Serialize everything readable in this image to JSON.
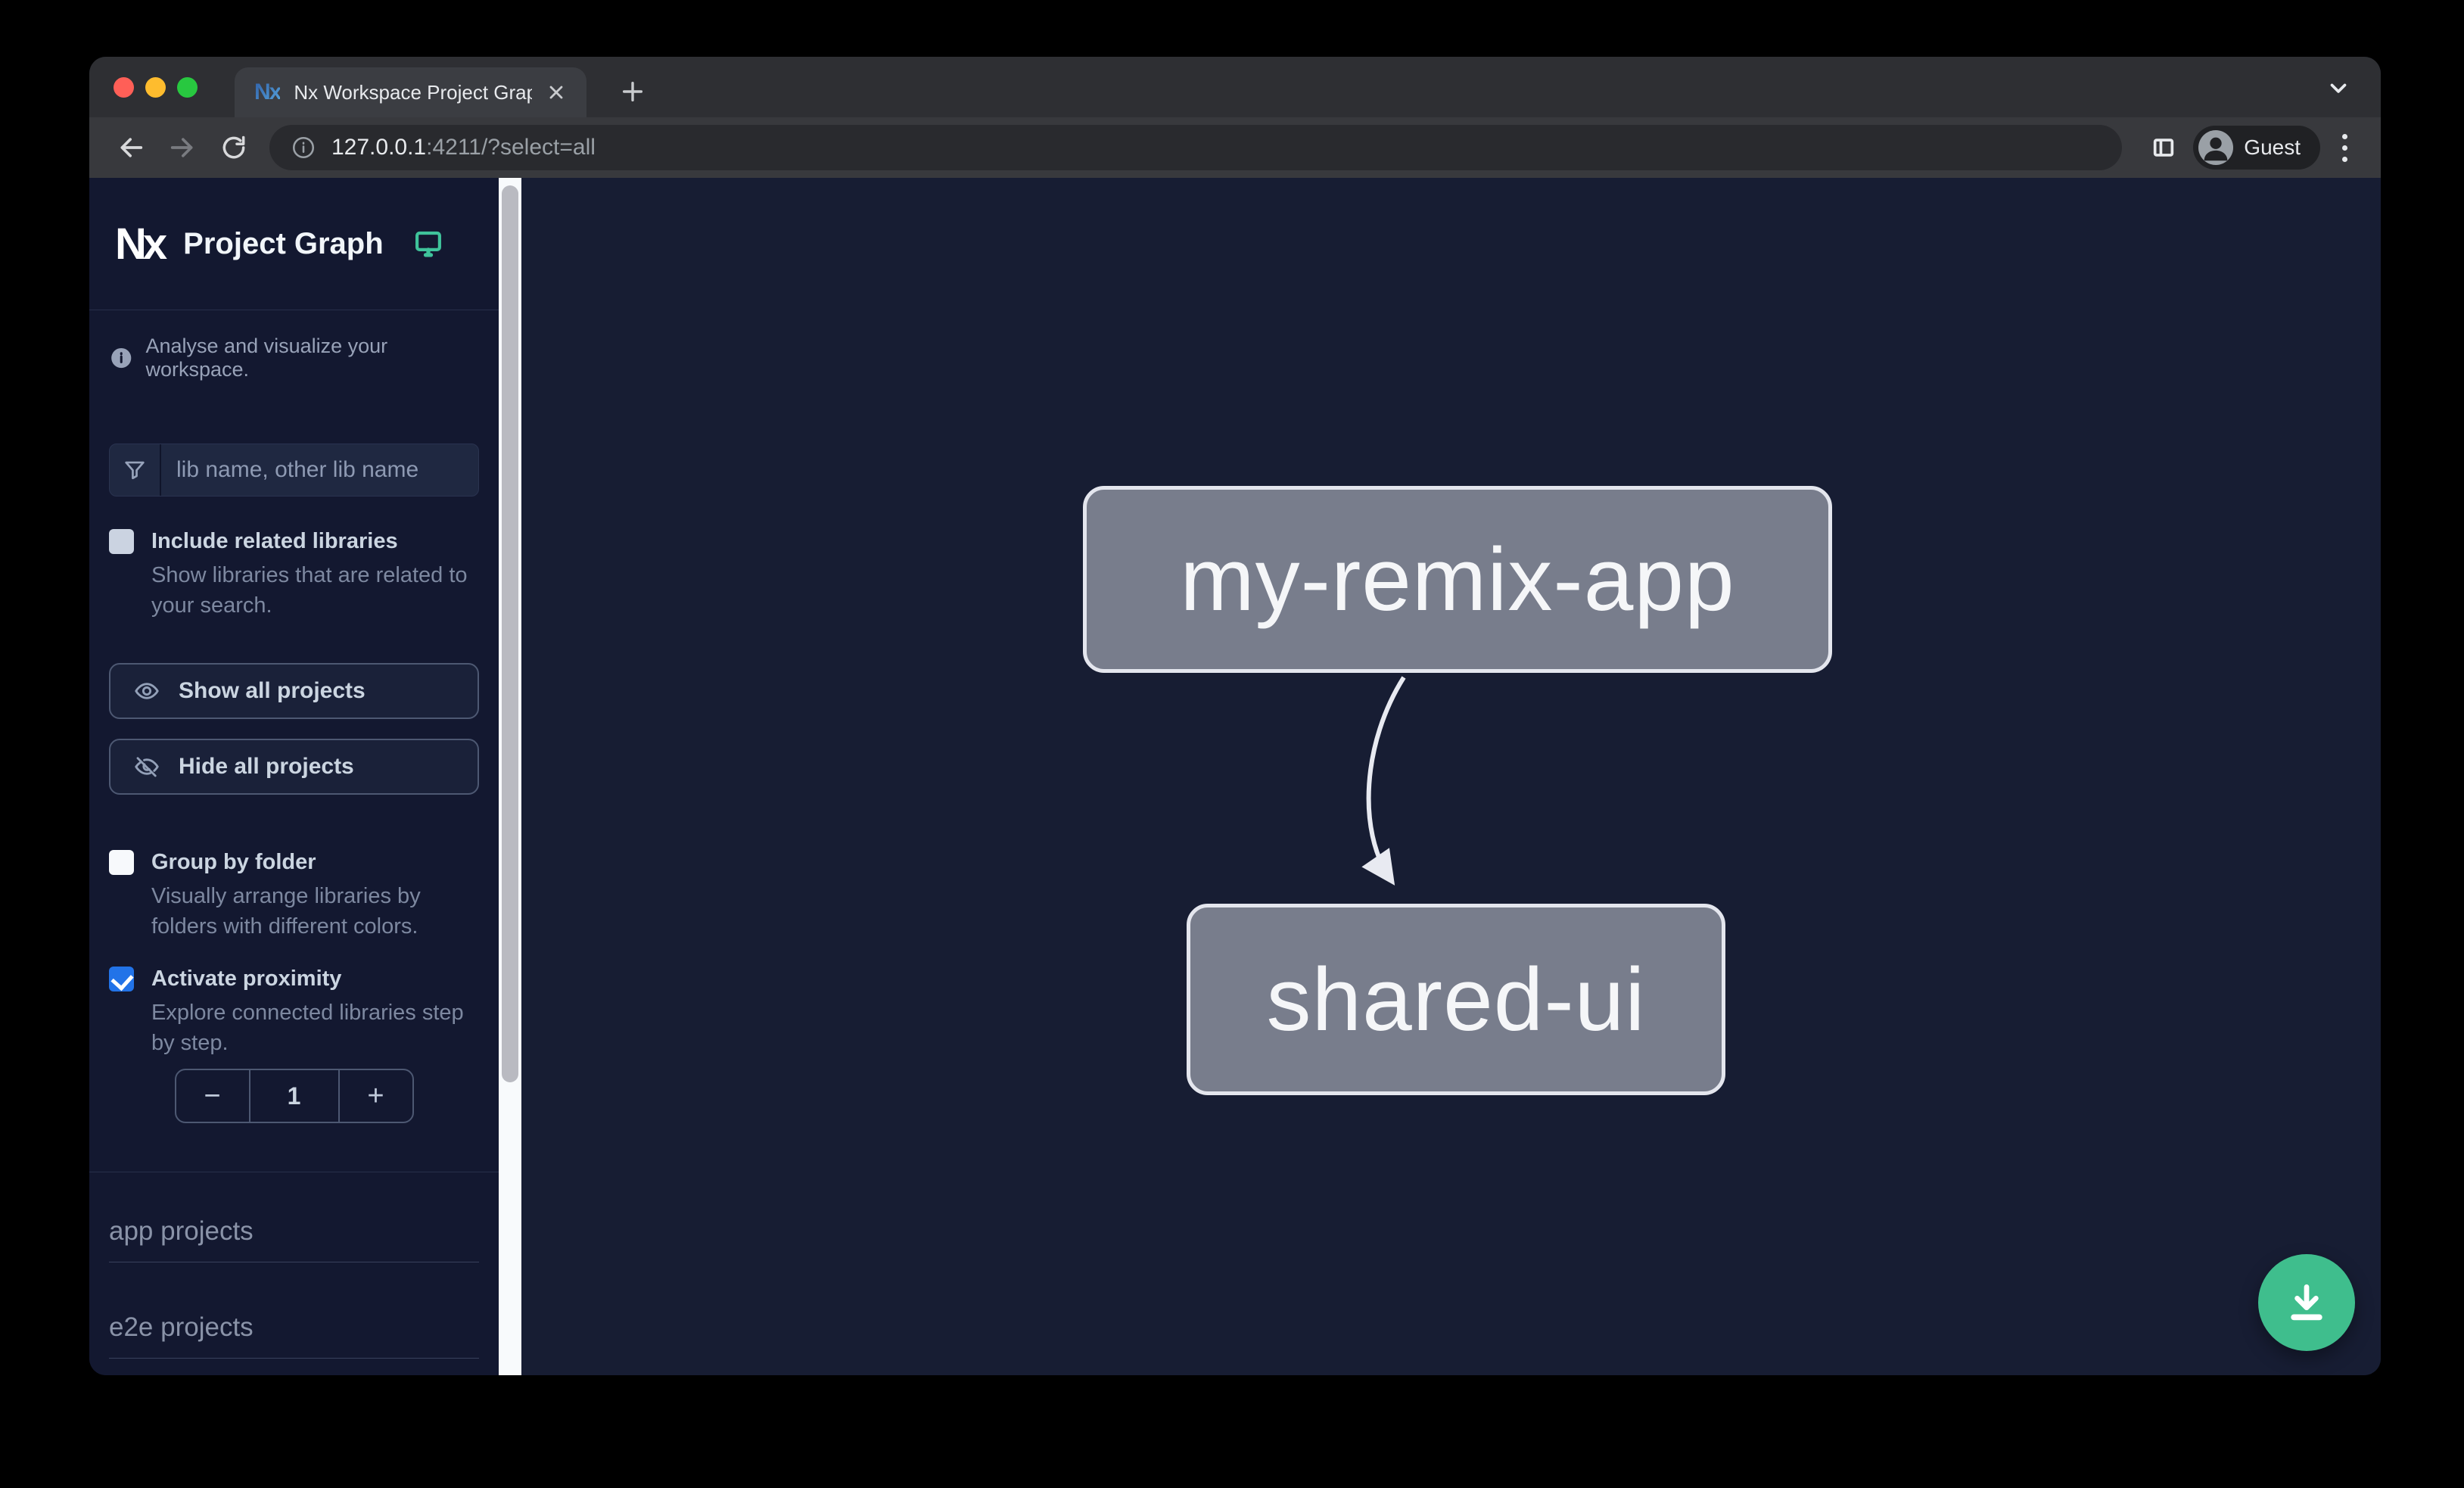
{
  "browser": {
    "tab": {
      "favicon_text": "Nx",
      "title": "Nx Workspace Project Graph"
    },
    "url": {
      "host": "127.0.0.1",
      "rest": ":4211/?select=all",
      "full": "127.0.0.1:4211/?select=all"
    },
    "profile_label": "Guest"
  },
  "sidebar": {
    "logo_text": "Nx",
    "title": "Project Graph",
    "tagline": "Analyse and visualize your workspace.",
    "search": {
      "placeholder": "lib name, other lib name",
      "value": ""
    },
    "checkboxes": {
      "include_related": {
        "label": "Include related libraries",
        "description": "Show libraries that are related to your search.",
        "checked": false
      },
      "group_by_folder": {
        "label": "Group by folder",
        "description": "Visually arrange libraries by folders with different colors.",
        "checked": false
      },
      "activate_proximity": {
        "label": "Activate proximity",
        "description": "Explore connected libraries step by step.",
        "checked": true
      }
    },
    "buttons": {
      "show_all": "Show all projects",
      "hide_all": "Hide all projects"
    },
    "proximity_stepper": {
      "decrement": "−",
      "value": "1",
      "increment": "+"
    },
    "sections": [
      {
        "title": "app projects"
      },
      {
        "title": "e2e projects"
      }
    ]
  },
  "graph": {
    "nodes": [
      {
        "label": "my-remix-app"
      },
      {
        "label": "shared-ui"
      }
    ],
    "edges": [
      {
        "from": "my-remix-app",
        "to": "shared-ui"
      }
    ]
  },
  "icons": [
    "nx-logo-icon",
    "monitor-icon",
    "info-icon",
    "filter-funnel-icon",
    "eye-icon",
    "eye-off-icon",
    "back-arrow-icon",
    "forward-arrow-icon",
    "reload-icon",
    "site-info-icon",
    "side-panel-icon",
    "avatar-icon",
    "kebab-menu-icon",
    "close-icon",
    "plus-icon",
    "chevron-down-icon",
    "download-icon"
  ],
  "colors": {
    "accent_green": "#3FBE8D",
    "checkbox_blue": "#2273E8",
    "node_fill": "#787D8C",
    "node_border": "#E4E6EE",
    "sidebar_bg": "#131830",
    "canvas_bg": "#171D33",
    "tabstrip_bg": "#2E2F33",
    "toolbar_bg": "#38393D"
  }
}
